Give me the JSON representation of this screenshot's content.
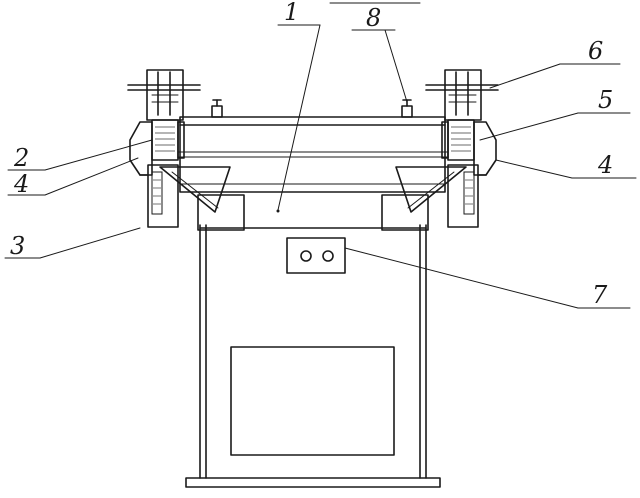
{
  "labels": {
    "l1": "1",
    "l8": "8",
    "l6": "6",
    "l5": "5",
    "l2": "2",
    "l4a": "4",
    "l4b": "4",
    "l3": "3",
    "l7": "7"
  },
  "colors": {
    "ink": "#1a1a1a",
    "paper": "#ffffff"
  }
}
